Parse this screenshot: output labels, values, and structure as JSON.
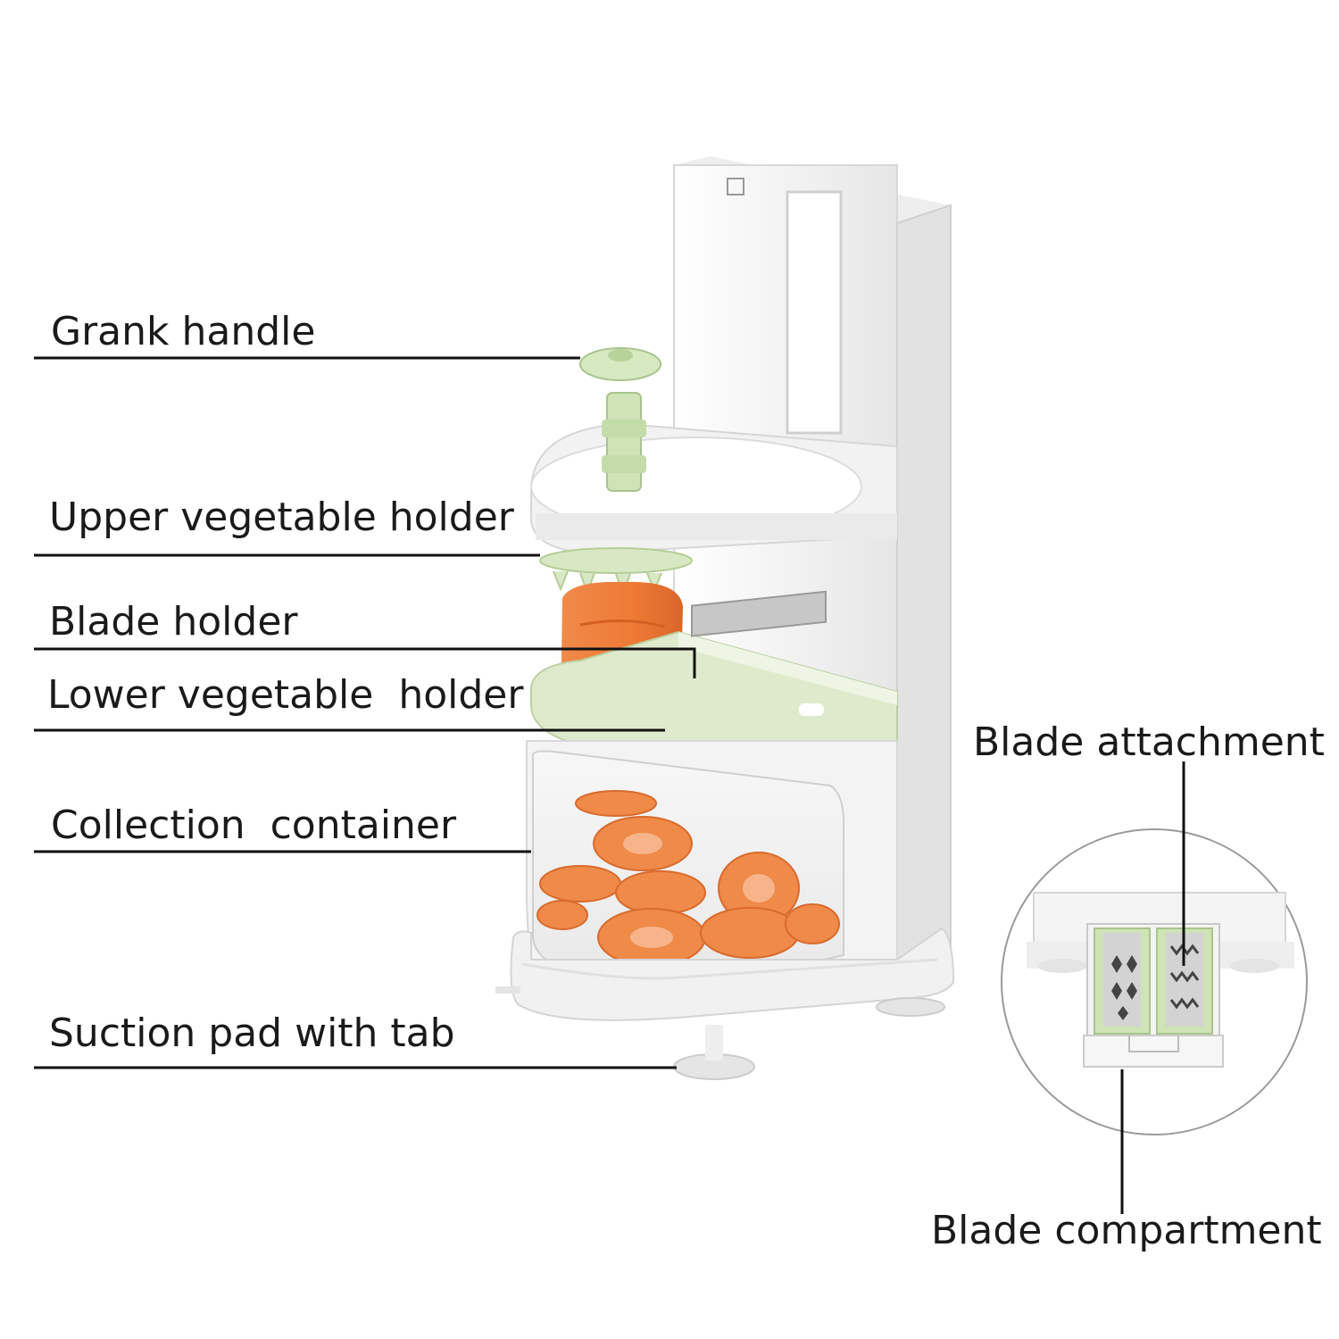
{
  "labels": {
    "crank_handle": "Grank handle",
    "upper_holder": "Upper vegetable holder",
    "blade_holder": "Blade holder",
    "lower_holder": "Lower vegetable  holder",
    "collection_container": "Collection  container",
    "suction_pad": "Suction pad with tab",
    "blade_attachment": "Blade attachment",
    "blade_compartment": "Blade compartment"
  },
  "colors": {
    "body": "#f4f4f4",
    "accent_green": "#d8e8c4",
    "carrot": "#ee7a35",
    "line": "#111111"
  }
}
